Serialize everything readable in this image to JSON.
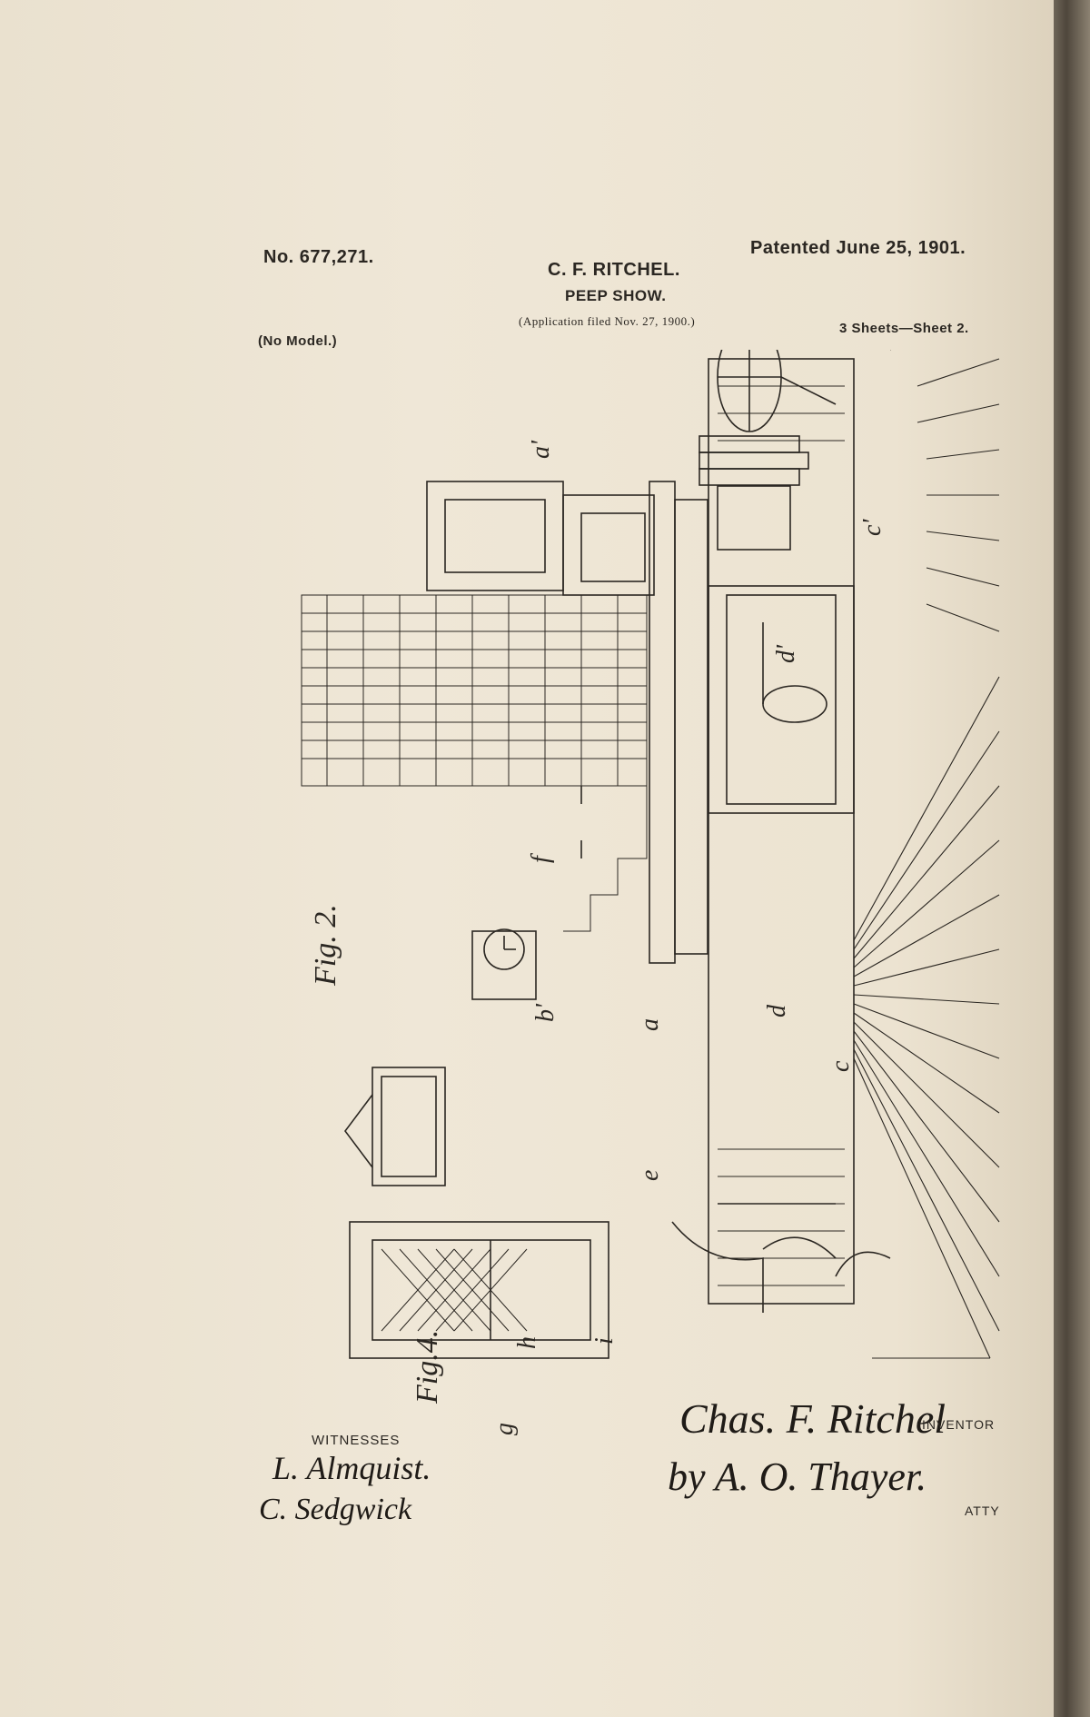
{
  "header": {
    "patent_number": "No. 677,271.",
    "patented_date": "Patented June 25, 1901.",
    "inventor": "C. F. RITCHEL.",
    "title": "PEEP SHOW.",
    "application_filed": "(Application filed Nov. 27, 1900.)",
    "model_note": "(No Model.)",
    "sheet_info": "3 Sheets—Sheet 2."
  },
  "figures": {
    "fig2_label": "Fig. 2.",
    "fig4_label": "Fig.4.",
    "letters": {
      "a_prime": "a'",
      "b_prime": "b'",
      "a": "a",
      "c_prime": "c'",
      "d_prime": "d'",
      "d": "d",
      "e": "e",
      "f": "f",
      "c": "c",
      "g": "g",
      "h": "h",
      "i": "i"
    }
  },
  "footer": {
    "witnesses_label": "WITNESSES",
    "witness_1": "L. Almquist.",
    "witness_2": "C. Sedgwick",
    "inventor_signature": "Chas. F. Ritchel",
    "by_attorney": "by A. O. Thayer.",
    "inventor_label": "INVENTOR",
    "attorney_label": "ATTY"
  }
}
